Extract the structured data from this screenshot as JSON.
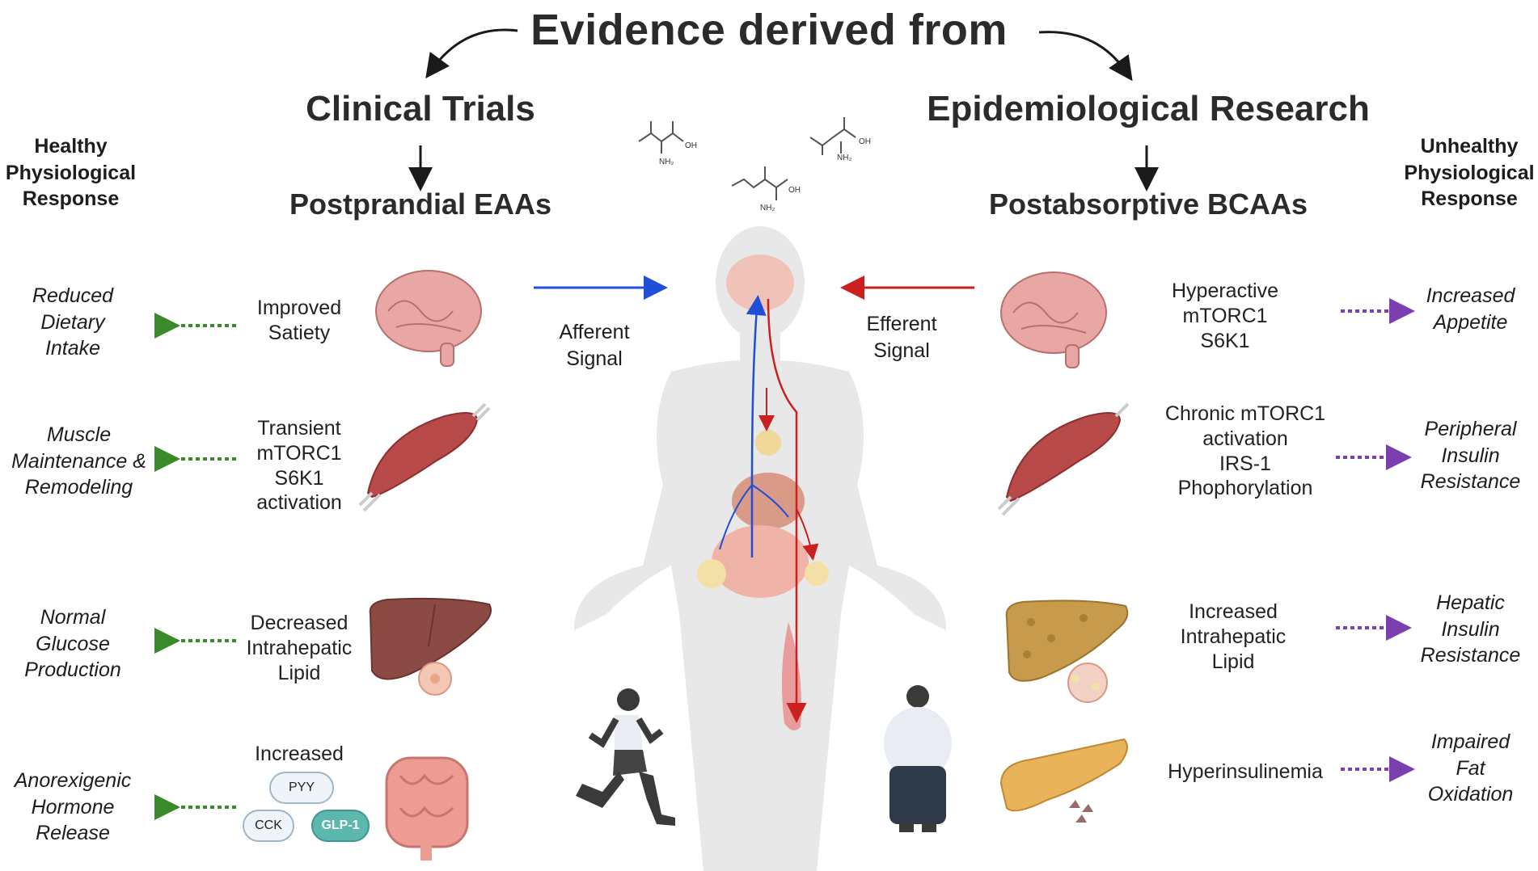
{
  "header": {
    "title": "Evidence derived from",
    "left_source": "Clinical Trials",
    "right_source": "Epidemiological Research",
    "left_subtitle": "Postprandial EAAs",
    "right_subtitle": "Postabsorptive BCAAs"
  },
  "left_panel": {
    "heading": "Healthy\nPhysiological\nResponse",
    "rows": [
      {
        "outcome": "Reduced\nDietary\nIntake",
        "mechanism": "Improved\nSatiety",
        "organ": "brain"
      },
      {
        "outcome": "Muscle\nMaintenance &\nRemodeling",
        "mechanism": "Transient\nmTORC1\nS6K1\nactivation",
        "organ": "muscle"
      },
      {
        "outcome": "Normal\nGlucose\nProduction",
        "mechanism": "Decreased\nIntrahepatic\nLipid",
        "organ": "liver"
      },
      {
        "outcome": "Anorexigenic\nHormone\nRelease",
        "mechanism": "Increased",
        "organ": "intestine"
      }
    ],
    "hormones": [
      "PYY",
      "CCK",
      "GLP-1"
    ]
  },
  "right_panel": {
    "heading": "Unhealthy\nPhysiological\nResponse",
    "rows": [
      {
        "outcome": "Increased\nAppetite",
        "mechanism": "Hyperactive\nmTORC1\nS6K1",
        "organ": "brain"
      },
      {
        "outcome": "Peripheral\nInsulin\nResistance",
        "mechanism": "Chronic mTORC1\nactivation\nIRS-1\nPhophorylation",
        "organ": "muscle"
      },
      {
        "outcome": "Hepatic\nInsulin\nResistance",
        "mechanism": "Increased\nIntrahepatic\nLipid",
        "organ": "fatty-liver"
      },
      {
        "outcome": "Impaired\nFat\nOxidation",
        "mechanism": "Hyperinsulinemia",
        "organ": "pancreas"
      }
    ]
  },
  "center": {
    "afferent": "Afferent\nSignal",
    "efferent": "Efferent\nSignal",
    "molecule_labels": [
      "OH",
      "NH₂"
    ]
  },
  "colors": {
    "healthy_arrow": "#3a8a2a",
    "unhealthy_arrow": "#7b3fb0",
    "afferent": "#1f4fd8",
    "efferent": "#cc1f1f",
    "silhouette": "#e8e8e8"
  }
}
